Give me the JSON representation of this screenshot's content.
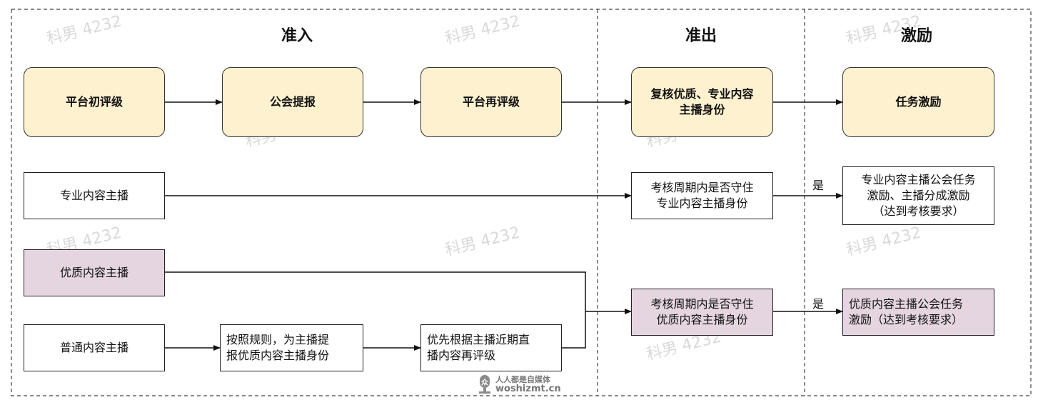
{
  "zones": {
    "entry": "准入",
    "exit": "准出",
    "incentive": "激励"
  },
  "top_flow": {
    "step1": "平台初评级",
    "step2": "公会提报",
    "step3": "平台再评级",
    "step4": "复核优质、专业内容\n主播身份",
    "step5": "任务激励"
  },
  "row_professional": {
    "source": "专业内容主播",
    "check": "考核周期内是否守住\n专业内容主播身份",
    "yes": "是",
    "reward": "专业内容主播公会任务\n激励、主播分成激励\n（达到考核要求）"
  },
  "row_quality": {
    "source": "优质内容主播",
    "normal": "普通内容主播",
    "report": "按照规则，为主播提\n报优质内容主播身份",
    "reassess": "优先根据主播近期直\n播内容再评级",
    "check": "考核周期内是否守住\n优质内容主播身份",
    "yes": "是",
    "reward": "优质内容主播公会任务\n激励（达到考核要求）"
  },
  "watermark_text": "科男 4232",
  "logo": {
    "cn": "人人都是自媒体",
    "en": "woshizmt.cn"
  },
  "colors": {
    "highlight_yellow": "#fdf1cf",
    "highlight_purple": "#e5d5e1",
    "border": "#222222",
    "dashed": "#444444"
  }
}
